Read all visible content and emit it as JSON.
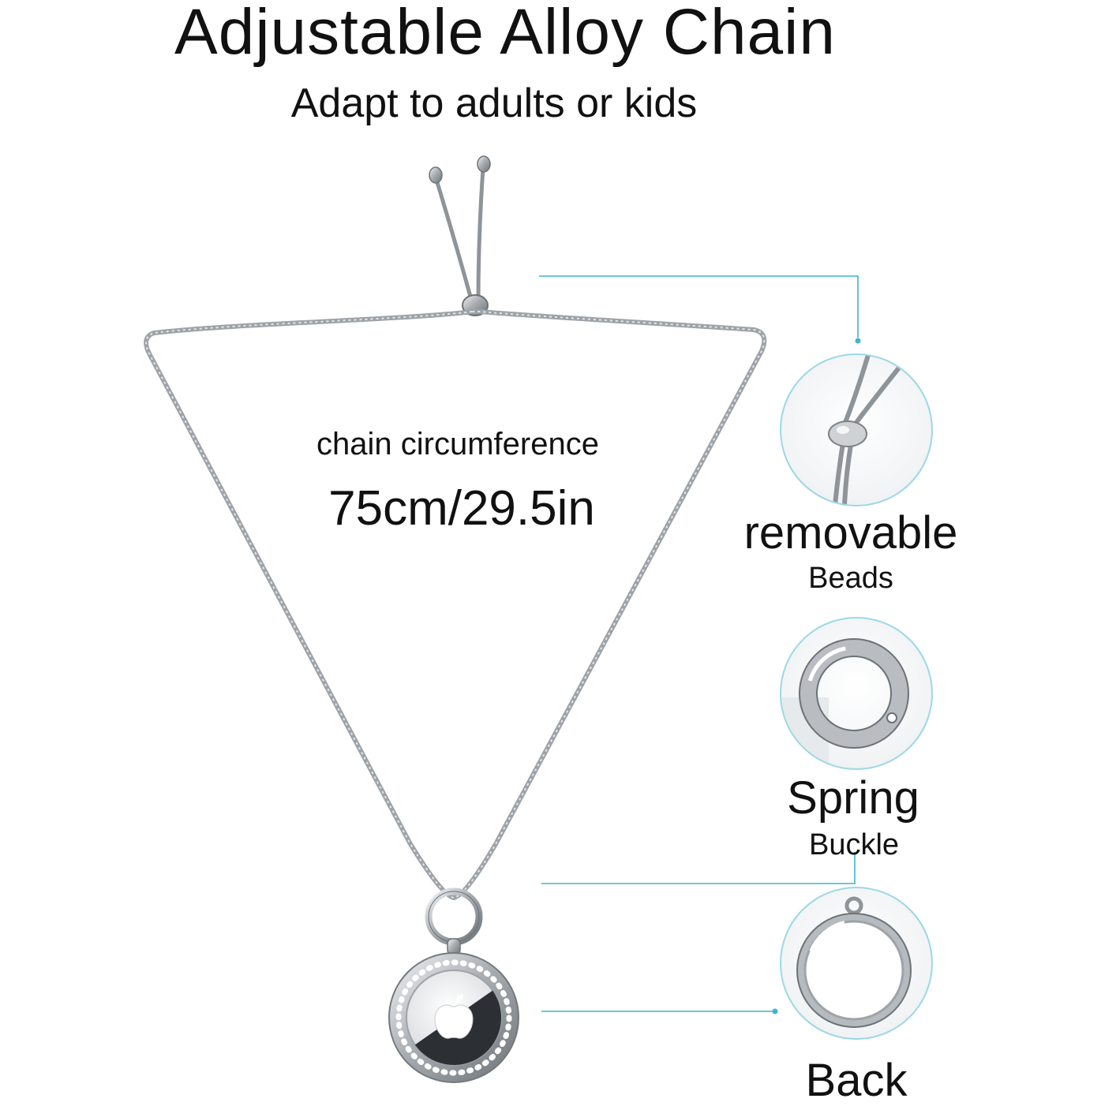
{
  "header": {
    "title": "Adjustable Alloy Chain",
    "subtitle": "Adapt to adults or kids"
  },
  "chain": {
    "label": "chain circumference",
    "value": "75cm/29.5in"
  },
  "callouts": [
    {
      "title": "removable",
      "subtitle": "Beads",
      "icon": "slider-bead-icon"
    },
    {
      "title": "Spring",
      "subtitle": "Buckle",
      "icon": "spring-ring-icon"
    },
    {
      "title": "Back",
      "subtitle": "",
      "icon": "pendant-back-icon"
    }
  ],
  "colors": {
    "accent": "#3fb4cf",
    "metal": "#9ea3a8",
    "text": "#111111"
  }
}
